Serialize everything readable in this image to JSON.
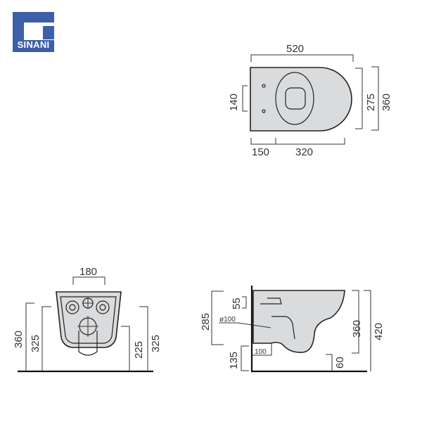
{
  "brand": {
    "name": "SINANI",
    "color": "#3d5fa8"
  },
  "top_view": {
    "width": "520",
    "depth": "360",
    "seat_depth": "275",
    "fixing_spacing": "140",
    "rear_offset": "150",
    "front_offset": "320"
  },
  "front_view": {
    "fixing_width": "180",
    "height_left": "360",
    "fixing_height_left": "325",
    "outlet_height": "225",
    "fixing_height_right": "325"
  },
  "side_view": {
    "upper_height": "285",
    "inlet": "55",
    "outlet_diameter": "ø100",
    "outlet_offset": "100",
    "outlet_height": "135",
    "bowl_height": "360",
    "total_height": "420",
    "front_gap": "60"
  }
}
